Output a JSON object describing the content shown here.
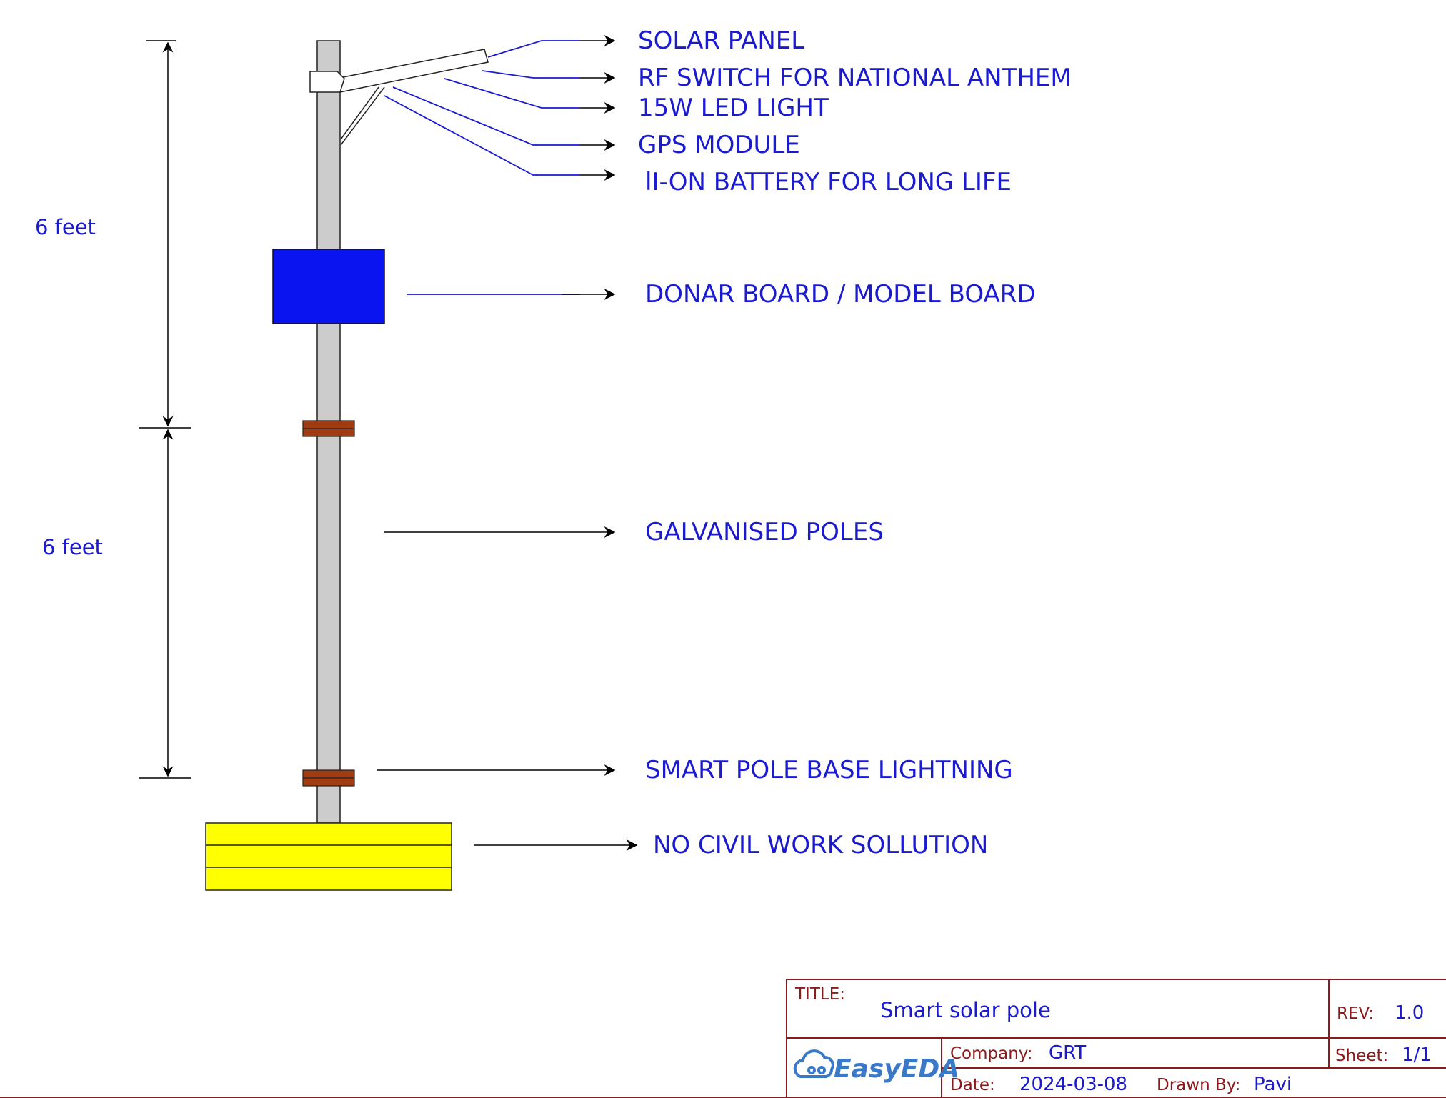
{
  "diagram": {
    "dimension_labels": {
      "upper": "6 feet",
      "lower": "6 feet"
    },
    "callouts": {
      "solar_panel": "SOLAR PANEL",
      "rf_switch": "RF SWITCH FOR NATIONAL ANTHEM",
      "led_light": "15W LED LIGHT",
      "gps_module": "GPS MODULE",
      "battery": "lI-ON BATTERY FOR LONG LIFE",
      "donar_board": "DONAR BOARD / MODEL BOARD",
      "galvanised_poles": "GALVANISED POLES",
      "base_lightning": "SMART POLE BASE LIGHTNING",
      "no_civil_work": "NO CIVIL WORK SOLLUTION"
    },
    "colors": {
      "callout_text": "#1a1ad0",
      "pole": "#cccccc",
      "board": "#0a14f0",
      "collar": "#a03c14",
      "base": "#ffff00",
      "title_block_label": "#8b1a1a",
      "title_block_border": "#8b1a1a"
    }
  },
  "title_block": {
    "title_label": "TITLE:",
    "title_value": "Smart solar pole",
    "rev_label": "REV:",
    "rev_value": "1.0",
    "logo_text": "EasyEDA",
    "company_label": "Company:",
    "company_value": "GRT",
    "sheet_label": "Sheet:",
    "sheet_value": "1/1",
    "date_label": "Date:",
    "date_value": "2024-03-08",
    "drawn_by_label": "Drawn By:",
    "drawn_by_value": "Pavi"
  }
}
